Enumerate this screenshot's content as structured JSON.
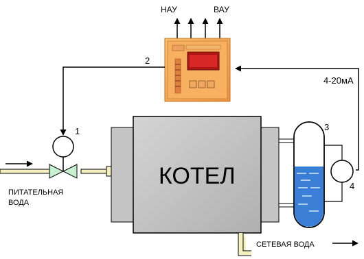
{
  "labels": {
    "nau": "НАУ",
    "vau": "ВАУ",
    "current": "4-20мА",
    "boiler": "КОТЕЛ",
    "feed_water_line1": "ПИТАТЕЛЬНАЯ",
    "feed_water_line2": "ВОДА",
    "network_water": "СЕТЕВАЯ ВОДА"
  },
  "callouts": {
    "valve_actuator": "1",
    "controller": "2",
    "level_vessel": "3",
    "level_sensor": "4"
  },
  "colors": {
    "boiler_body": "#c0c0c0",
    "boiler_outline": "#000000",
    "water_fill": "#3a7fd5",
    "controller_panel": "#f0a050",
    "valve": "#c8f0d0",
    "pipe": "#f5f0c0",
    "display": "#cc2020"
  }
}
